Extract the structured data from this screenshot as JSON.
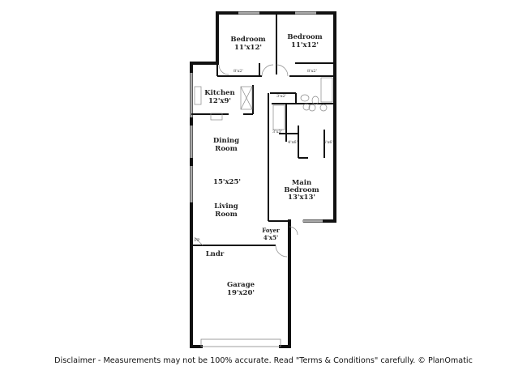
{
  "rooms": {
    "bedroom_left": {
      "name": "Bedroom",
      "size": "11'x12'",
      "closet": "8'x2'"
    },
    "bedroom_right": {
      "name": "Bedroom",
      "size": "11'x12'",
      "closet": "8'x2'"
    },
    "kitchen": {
      "name": "Kitchen",
      "size": "12'x9'"
    },
    "dining": {
      "name": "Dining Room",
      "line1": "Dining",
      "line2": "Room"
    },
    "living": {
      "size": "15'x25'",
      "line1": "Living",
      "line2": "Room"
    },
    "main_bedroom": {
      "line1": "Main",
      "line2": "Bedroom",
      "size": "13'x13'",
      "closet_left": "4'x6'",
      "closet_right": "4'x6'"
    },
    "linen_1": "3'x2'",
    "linen_2": "3'x3'",
    "foyer": {
      "name": "Foyer",
      "size": "4'x5'"
    },
    "fireplace": "FP",
    "laundry": "Lndr",
    "garage": {
      "name": "Garage",
      "size": "19'x20'"
    }
  },
  "disclaimer": "Disclaimer - Measurements may not be 100% accurate. Read \"Terms & Conditions\" carefully. © PlanOmatic"
}
